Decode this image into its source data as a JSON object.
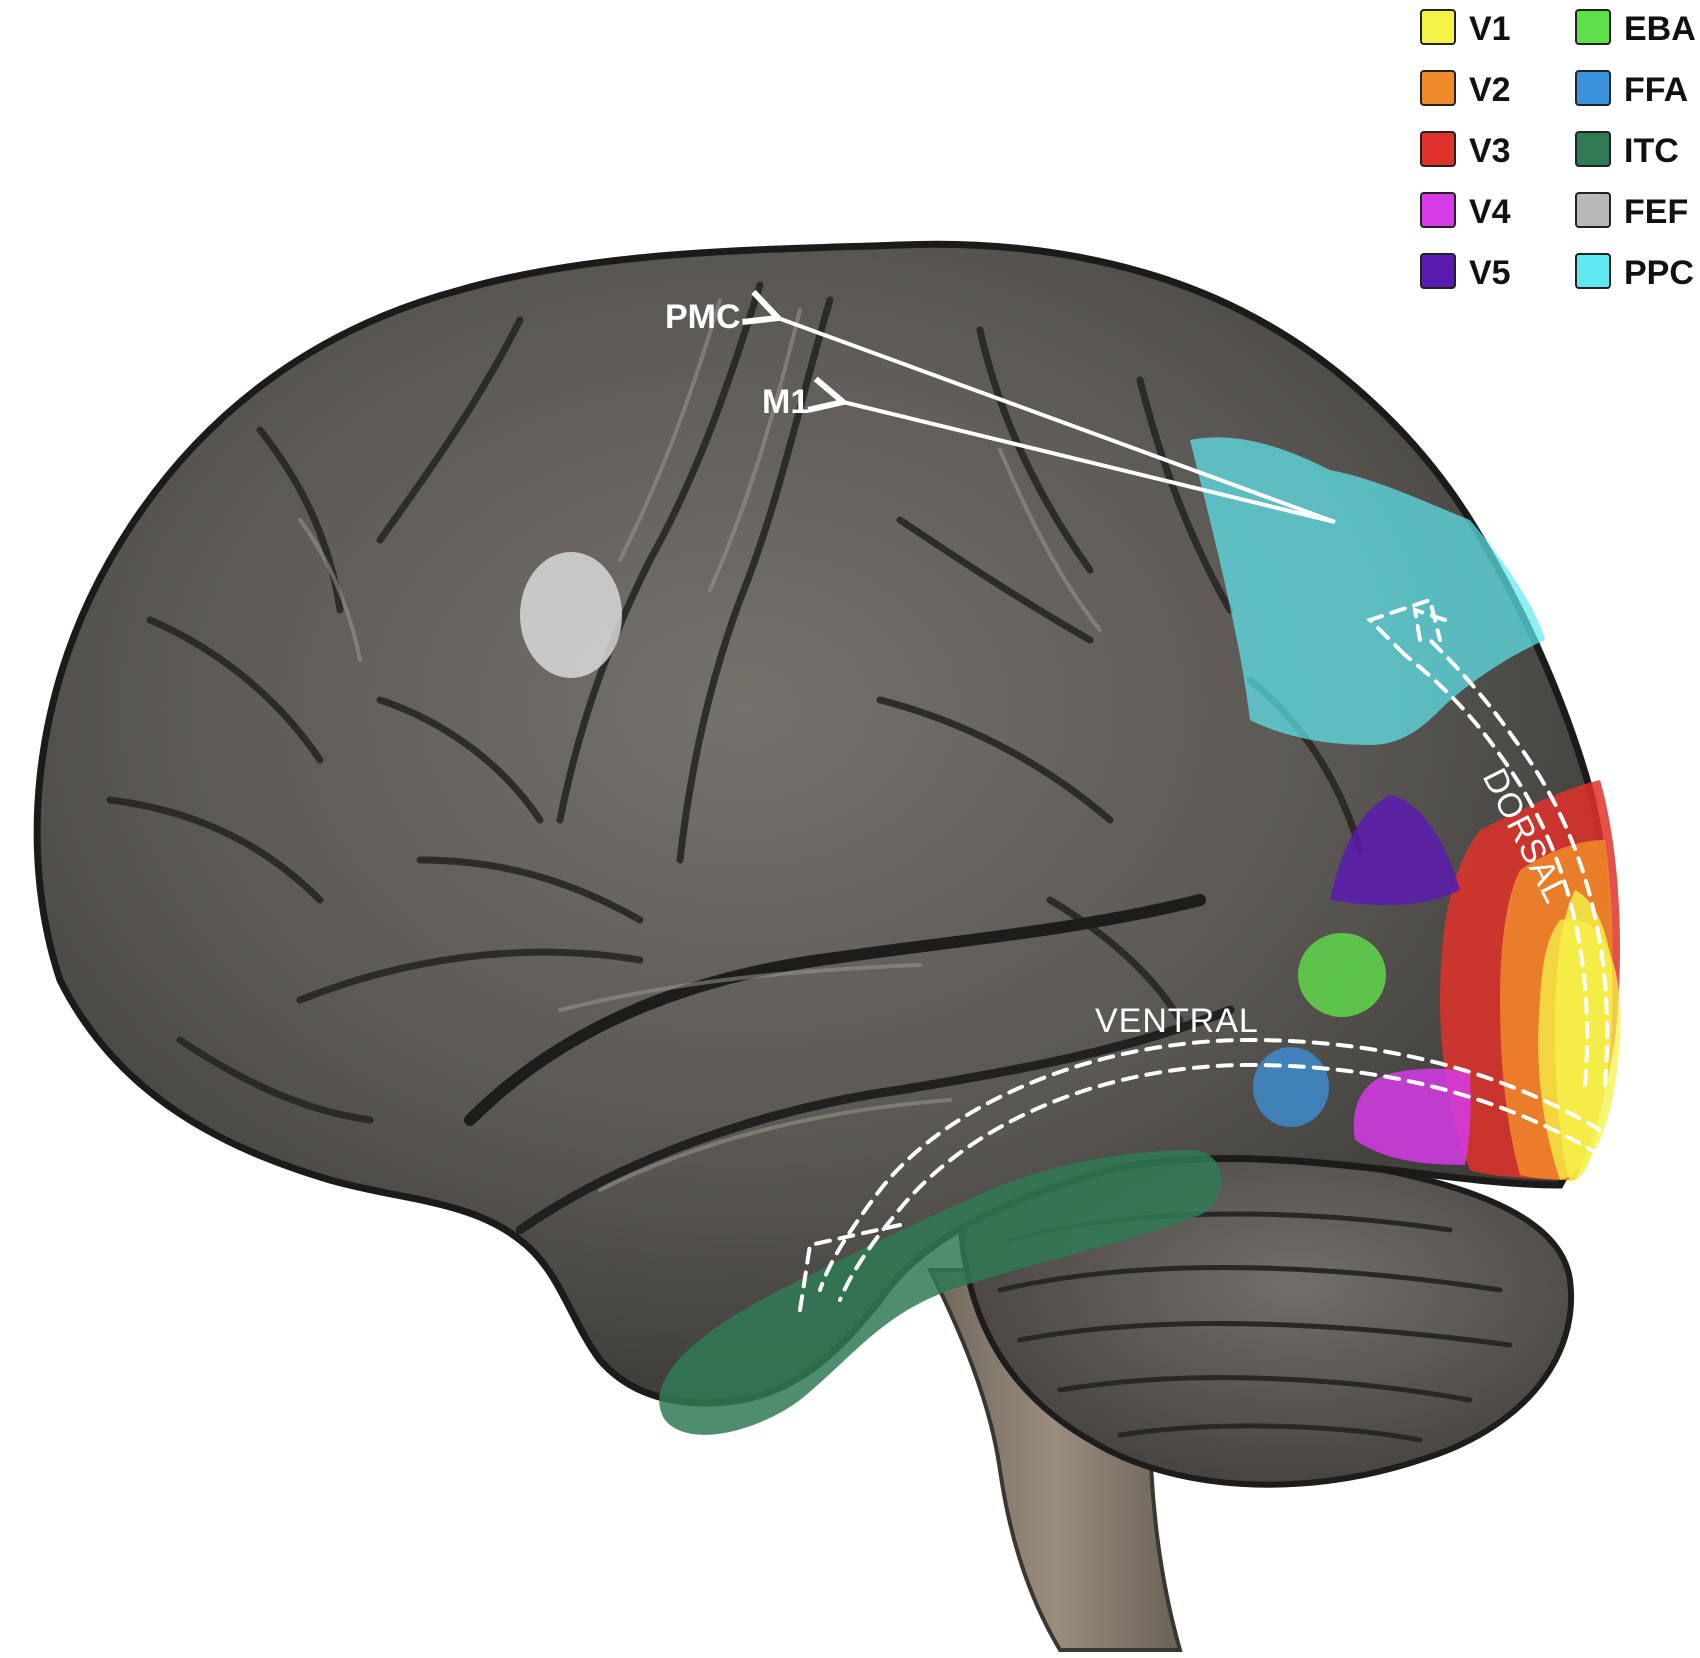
{
  "legend": {
    "items": [
      {
        "label": "V1",
        "color": "#f5f24a"
      },
      {
        "label": "V2",
        "color": "#f08a2a"
      },
      {
        "label": "V3",
        "color": "#e0322a"
      },
      {
        "label": "V4",
        "color": "#d63be8"
      },
      {
        "label": "V5",
        "color": "#5a1bb0"
      },
      {
        "label": "EBA",
        "color": "#5fe04a"
      },
      {
        "label": "FFA",
        "color": "#3b93de"
      },
      {
        "label": "ITC",
        "color": "#2f7a55"
      },
      {
        "label": "FEF",
        "color": "#b8b8b8"
      },
      {
        "label": "PPC",
        "color": "#5ee8ef"
      }
    ]
  },
  "annotations": {
    "pmc": "PMC",
    "m1": "M1",
    "dorsal": "DORSAL",
    "ventral": "VENTRAL"
  },
  "colors": {
    "cortex": "#5a5753",
    "cortex_dark": "#2e2c2a",
    "cortex_light": "#8e8a85",
    "cerebellum": "#5f5c57",
    "brainstem": "#8a7e70"
  }
}
